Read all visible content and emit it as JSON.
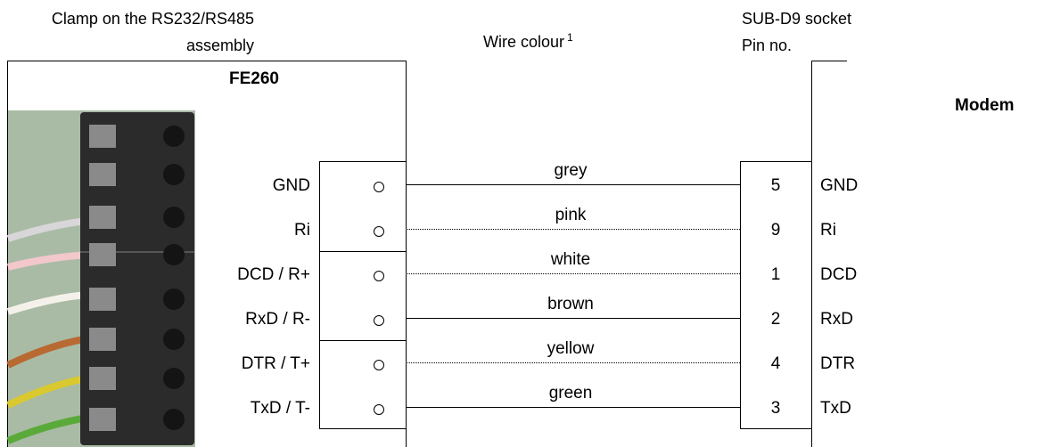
{
  "headers": {
    "clamp_line1": "Clamp on the RS232/RS485",
    "clamp_line2": "assembly",
    "wire_colour": "Wire colour",
    "wire_colour_note": "1",
    "subd_line1": "SUB-D9 socket",
    "subd_line2": "Pin no."
  },
  "left_device": {
    "name": "FE260"
  },
  "right_device": {
    "name": "Modem"
  },
  "rows": [
    {
      "left_signal": "GND",
      "wire": "grey",
      "line_style": "solid",
      "pin": "5",
      "right_signal": "GND"
    },
    {
      "left_signal": "Ri",
      "wire": "pink",
      "line_style": "dotted",
      "pin": "9",
      "right_signal": "Ri"
    },
    {
      "left_signal": "DCD / R+",
      "wire": "white",
      "line_style": "dotted",
      "pin": "1",
      "right_signal": "DCD"
    },
    {
      "left_signal": "RxD / R-",
      "wire": "brown",
      "line_style": "solid",
      "pin": "2",
      "right_signal": "RxD"
    },
    {
      "left_signal": "DTR / T+",
      "wire": "yellow",
      "line_style": "dotted",
      "pin": "4",
      "right_signal": "DTR"
    },
    {
      "left_signal": "TxD / T-",
      "wire": "green",
      "line_style": "solid",
      "pin": "3",
      "right_signal": "TxD"
    }
  ],
  "colors": {
    "terminal_block": "#2b2b2b",
    "terminal_screw": "#8a8a8a",
    "photo_background": "#9fb59a",
    "wire_grey": "#d8d6d8",
    "wire_pink": "#f2c8cc",
    "wire_white": "#f4f1ea",
    "wire_brown": "#b86a32",
    "wire_yellow": "#d9c92f",
    "wire_green": "#5aaa3a"
  }
}
